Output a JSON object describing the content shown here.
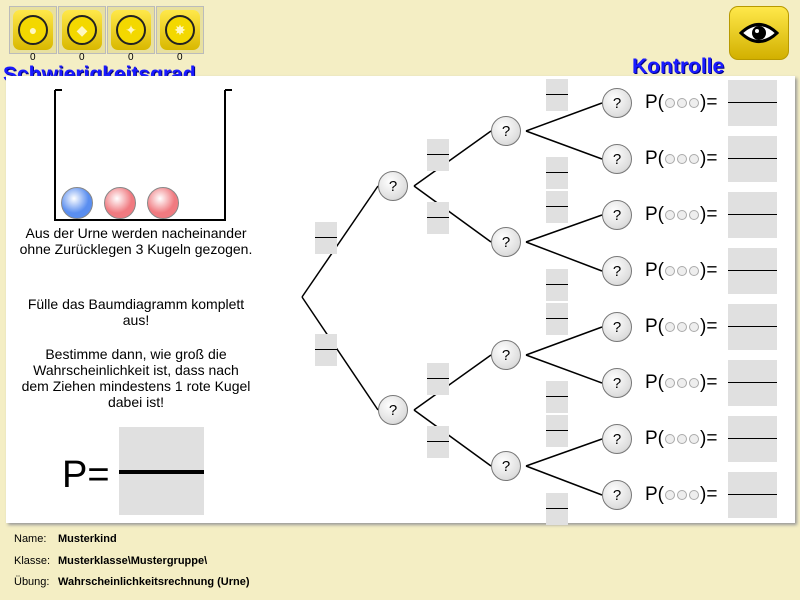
{
  "levels": {
    "buttons": [
      {
        "name": "level-1",
        "count": "0",
        "glyph": "●"
      },
      {
        "name": "level-2",
        "count": "0",
        "glyph": "◆"
      },
      {
        "name": "level-3",
        "count": "0",
        "glyph": "✦"
      },
      {
        "name": "level-4",
        "count": "0",
        "glyph": "✸"
      }
    ],
    "title": "Schwierigkeitsgrad"
  },
  "control": {
    "title": "Kontrolle",
    "icon": "eye-icon"
  },
  "urn": {
    "balls": [
      {
        "color": "blue"
      },
      {
        "color": "red"
      },
      {
        "color": "red"
      }
    ],
    "colors": {
      "blue": "#5a8ef0",
      "red": "#f07a80"
    }
  },
  "task": {
    "p1": "Aus der Urne werden nacheinander ohne Zurücklegen 3 Kugeln gezogen.",
    "p2": "Fülle das Baumdiagramm komplett aus!",
    "p3": "Bestimme dann, wie groß die Wahrscheinlichkeit ist, dass nach dem Ziehen mindestens 1 rote Kugel dabei ist!",
    "result_label": "P="
  },
  "tree": {
    "node_label": "?",
    "p_prefix": "P(",
    "p_suffix": ")=",
    "leaves": 8
  },
  "footer": {
    "name_label": "Name:",
    "name": "Musterkind",
    "class_label": "Klasse:",
    "class": "Musterklasse\\Mustergruppe\\",
    "exercise_label": "Übung:",
    "exercise": "Wahrscheinlichkeitsrechnung (Urne)"
  }
}
